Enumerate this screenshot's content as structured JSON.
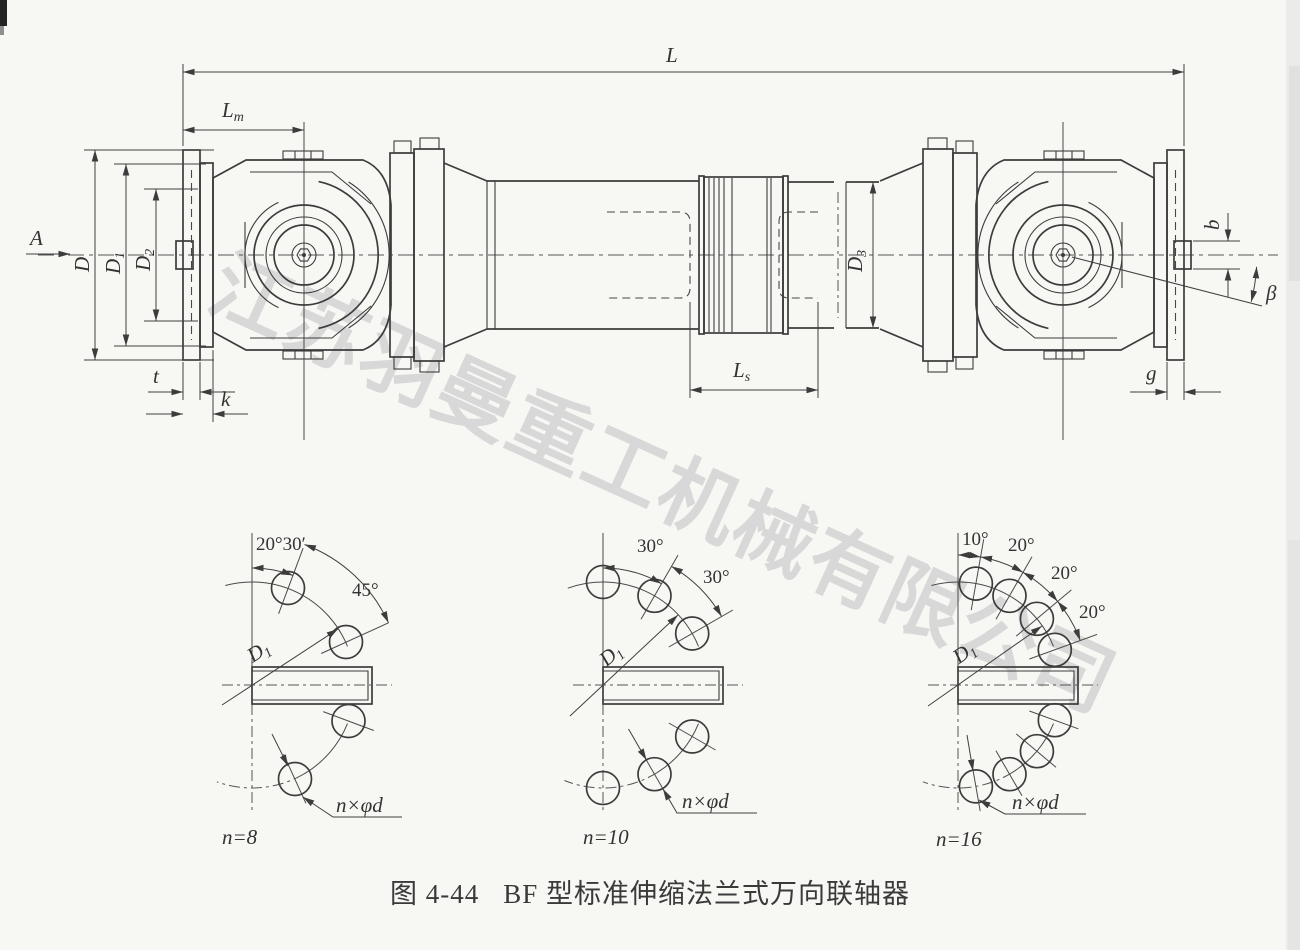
{
  "watermark": {
    "text": "江苏羽曼重工机械有限公司"
  },
  "caption": {
    "figure_no": "图 4-44",
    "title": "BF 型标准伸缩法兰式万向联轴器"
  },
  "main_view": {
    "view_arrow": "A",
    "dim_L": "L",
    "dim_Lm": {
      "main": "L",
      "sub": "m"
    },
    "dim_D": "D",
    "dim_D1": {
      "main": "D",
      "sub": "1"
    },
    "dim_D2": {
      "main": "D",
      "sub": "2"
    },
    "dim_D3": {
      "main": "D",
      "sub": "3"
    },
    "dim_Ls": {
      "main": "L",
      "sub": "s"
    },
    "dim_b": "b",
    "dim_beta": "β",
    "dim_g": "g",
    "dim_t": "t",
    "dim_k": "k"
  },
  "flange_views": [
    {
      "n_label": "n=8",
      "angle_labels": [
        "20°30′",
        "45°"
      ],
      "d1": {
        "main": "D",
        "sub": "1"
      },
      "holes_label": "n×φd"
    },
    {
      "n_label": "n=10",
      "angle_labels": [
        "30°",
        "30°"
      ],
      "d1": {
        "main": "D",
        "sub": "1"
      },
      "holes_label": "n×φd"
    },
    {
      "n_label": "n=16",
      "angle_labels": [
        "10°",
        "20°",
        "20°",
        "20°"
      ],
      "d1": {
        "main": "D",
        "sub": "1"
      },
      "holes_label": "n×φd"
    }
  ]
}
